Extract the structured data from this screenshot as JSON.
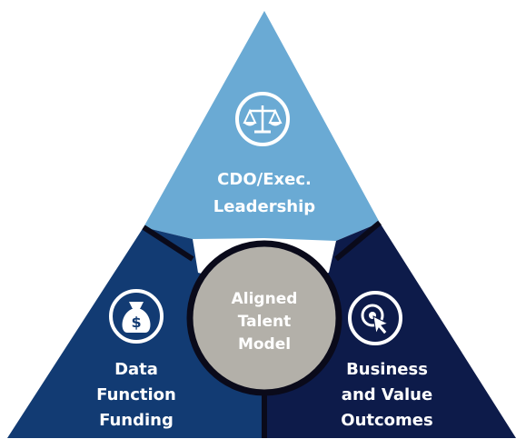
{
  "colors": {
    "top_segment": "#6aaad4",
    "left_segment": "#123b73",
    "right_segment": "#0d1b4a",
    "center_circle": "#b3b0a9",
    "divider": "#0a0a1a",
    "text": "#ffffff"
  },
  "top": {
    "icon": "scales-of-justice-icon",
    "label_lines": [
      "CDO/Exec.",
      "Leadership"
    ]
  },
  "left": {
    "icon": "money-bag-icon",
    "label_lines": [
      "Data",
      "Function",
      "Funding"
    ]
  },
  "right": {
    "icon": "cursor-click-icon",
    "label_lines": [
      "Business",
      "and Value",
      "Outcomes"
    ]
  },
  "center": {
    "label_lines": [
      "Aligned",
      "Talent",
      "Model"
    ]
  }
}
